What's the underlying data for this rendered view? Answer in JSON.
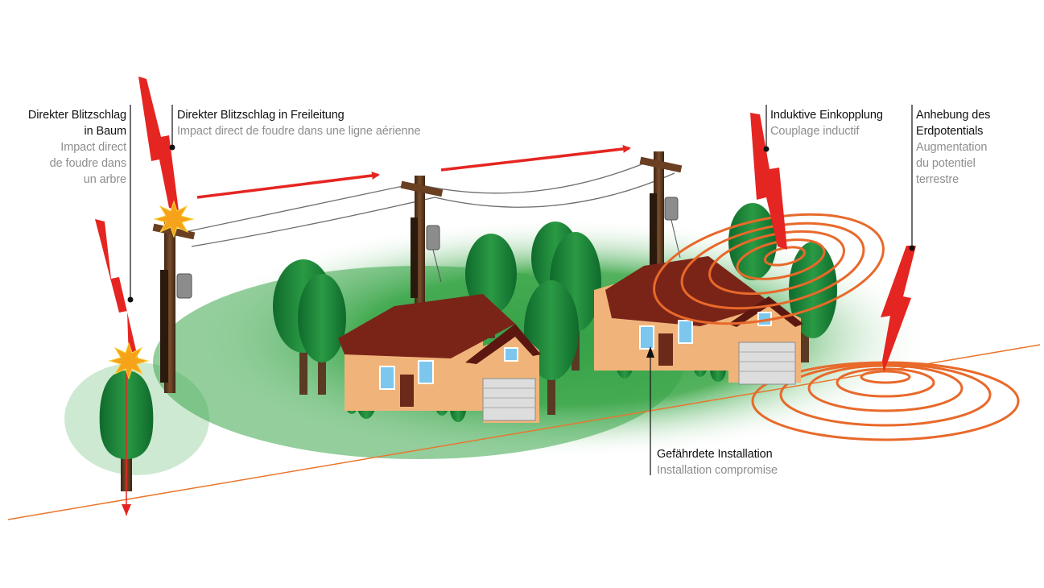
{
  "labels": {
    "tree_strike": {
      "de_line1": "Direkter Blitzschlag",
      "de_line2": "in Baum",
      "fr_line1": "Impact direct",
      "fr_line2": "de foudre dans",
      "fr_line3": "un arbre"
    },
    "line_strike": {
      "de": "Direkter Blitzschlag in Freileitung",
      "fr": "Impact direct de foudre dans une ligne aérienne"
    },
    "inductive": {
      "de": "Induktive Einkopplung",
      "fr": "Couplage inductif"
    },
    "earth_potential": {
      "de_line1": "Anhebung des",
      "de_line2": "Erdpotentials",
      "fr_line1": "Augmentation",
      "fr_line2": "du potentiel",
      "fr_line3": "terrestre"
    },
    "installation": {
      "de": "Gefährdete Installation",
      "fr": "Installation compromise"
    }
  },
  "colors": {
    "lightning": "#e52521",
    "arrow": "#e52521",
    "ground_line": "#e8772e",
    "ripple": "#e8692a",
    "grass": "#3aa64a",
    "tree": "#1e8a3a",
    "trunk": "#5a3a22",
    "pole": "#6b3f22",
    "wall": "#f0b47a",
    "roof": "#7a2418",
    "flash": "#f7a21b"
  },
  "icons": [
    "lightning-bolt-icon",
    "explosion-flash-icon",
    "utility-pole-icon",
    "house-icon",
    "tree-icon",
    "ripple-rings-icon"
  ]
}
